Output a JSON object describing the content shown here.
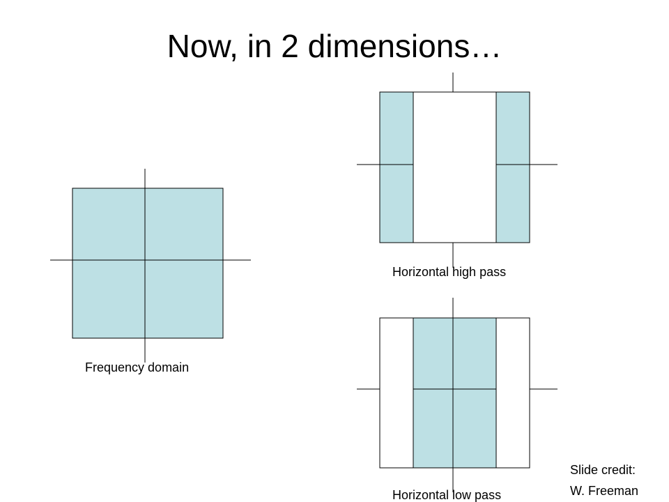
{
  "slide": {
    "title": "Now, in 2 dimensions…"
  },
  "colors": {
    "fill": "#bde0e4",
    "stroke": "#000000",
    "background": "#ffffff"
  },
  "panels": {
    "frequency_domain": {
      "label": "Frequency domain",
      "shaded": "full"
    },
    "horizontal_high_pass": {
      "label": "Horizontal high pass",
      "shaded": "outer-columns"
    },
    "horizontal_low_pass": {
      "label": "Horizontal low pass",
      "shaded": "center-column"
    }
  },
  "credit": {
    "line1": "Slide credit:",
    "line2": "W. Freeman"
  }
}
